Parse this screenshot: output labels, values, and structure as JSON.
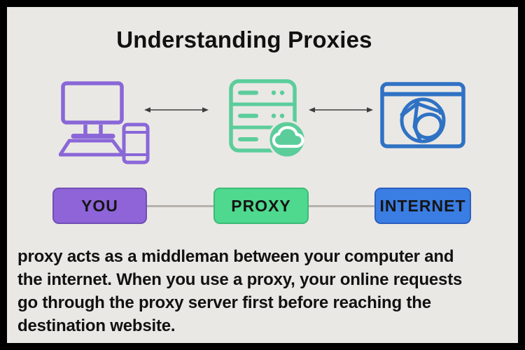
{
  "title": "Understanding Proxies",
  "diagram": {
    "nodes": [
      {
        "label": "YOU",
        "icon": "computer-and-phone-icon",
        "box_color": "#8E64D8"
      },
      {
        "label": "PROXY",
        "icon": "proxy-server-cloud-icon",
        "box_color": "#4ED98E"
      },
      {
        "label": "INTERNET",
        "icon": "browser-globe-icon",
        "box_color": "#3A7DE3"
      }
    ],
    "connections": [
      {
        "from": "YOU",
        "to": "PROXY",
        "style": "double-headed-arrow"
      },
      {
        "from": "PROXY",
        "to": "INTERNET",
        "style": "double-headed-arrow"
      }
    ]
  },
  "body_text": {
    "lines": [
      "proxy acts as a middleman between your computer and",
      "the internet. When you use a proxy, your online requests",
      "go through the proxy server first before reaching the",
      "destination website."
    ]
  },
  "colors": {
    "bg": "#EAE8E4",
    "frame": "#000000",
    "text": "#111111",
    "purple-icon": "#8A67D8",
    "green-icon": "#5BCD9B",
    "blue-icon": "#2F72C4",
    "you-box": "#8E64D8",
    "you-border": "#7150B5",
    "proxy-box": "#4ED98E",
    "proxy-border": "#3CBB77",
    "internet-box": "#3A7DE3",
    "internet-border": "#2B5FC0",
    "connector": "#B5B2AE",
    "arrow": "#3D3D3D"
  }
}
